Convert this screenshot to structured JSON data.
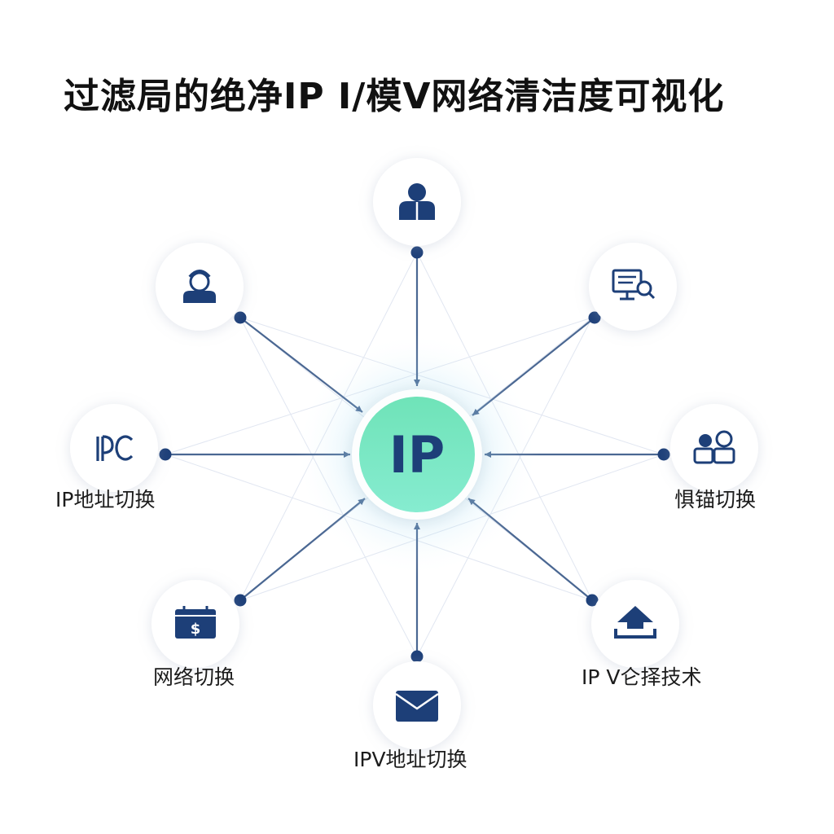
{
  "title": "过滤局的绝净IP I/模V网络清洁度可视化",
  "center": {
    "label": "IP"
  },
  "colors": {
    "line": "#4a6792",
    "dot": "#1d3f78",
    "icon": "#1d3f78",
    "center_top": "#6fe3b8",
    "center_bottom": "#86ecd0",
    "center_text": "#1d3f78"
  },
  "nodes": [
    {
      "id": "top",
      "icon": "person-icon",
      "label": ""
    },
    {
      "id": "upper-left",
      "icon": "support-agent-icon",
      "label": ""
    },
    {
      "id": "upper-right",
      "icon": "monitor-search-icon",
      "label": ""
    },
    {
      "id": "left",
      "icon": "ip-switch-icon",
      "label": "IP地址切换"
    },
    {
      "id": "right",
      "icon": "group-icon",
      "label": "惧锚切换"
    },
    {
      "id": "lower-left",
      "icon": "dollar-card-icon",
      "label": "网络切换"
    },
    {
      "id": "lower-right",
      "icon": "upload-tray-icon",
      "label": "IP V仑择技术"
    },
    {
      "id": "bottom",
      "icon": "envelope-icon",
      "label": "IPV地址切换"
    }
  ]
}
